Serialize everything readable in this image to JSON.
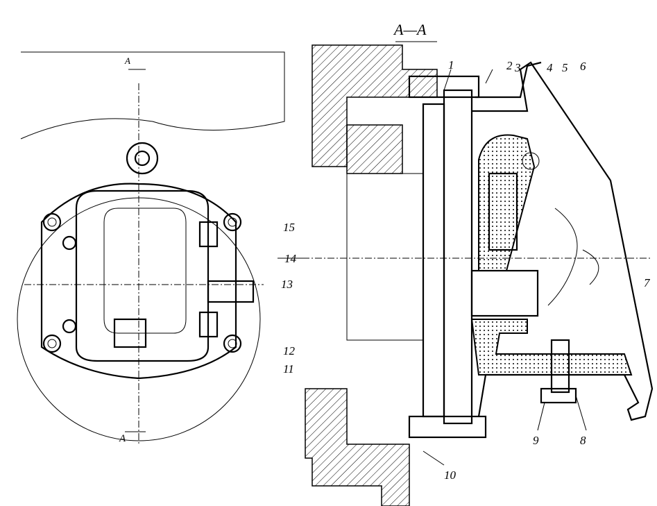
{
  "section_title": "A—A",
  "section_marks": [
    "A",
    "A"
  ],
  "part_labels": [
    "1",
    "2",
    "3",
    "4",
    "5",
    "6",
    "7",
    "8",
    "9",
    "10",
    "11",
    "12",
    "13",
    "14",
    "15"
  ]
}
